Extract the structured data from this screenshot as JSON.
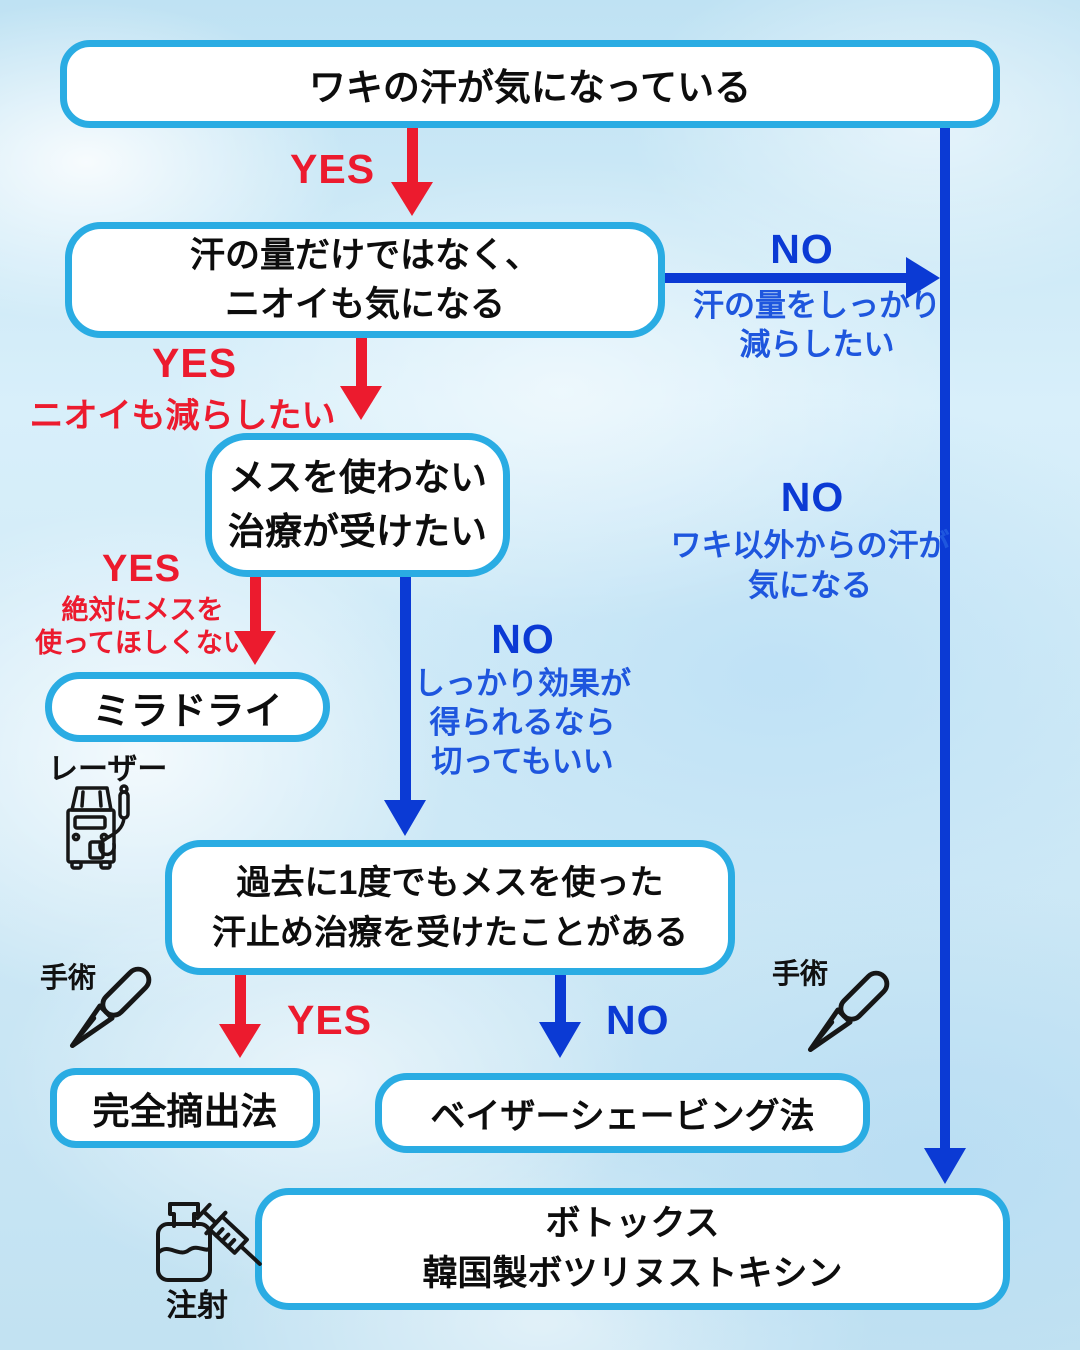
{
  "palette": {
    "yes_red": "#ec1b2e",
    "no_blue": "#0b3ad4",
    "no_blue_light": "#1e56de",
    "box_border_cyan": "#2aace3",
    "box_fill": "#ffffff",
    "text_black": "#0d0d0d",
    "background_light_blue": "#cde9f6"
  },
  "boxes": {
    "q1": {
      "line1": "ワキの汗が気になっている"
    },
    "q2": {
      "line1": "汗の量だけではなく、",
      "line2": "ニオイも気になる"
    },
    "q3": {
      "line1": "メスを使わない",
      "line2": "治療が受けたい"
    },
    "q4": {
      "line1": "過去に1度でもメスを使った",
      "line2": "汗止め治療を受けたことがある"
    },
    "miradry": {
      "line1": "ミラドライ"
    },
    "complete_excision": {
      "line1": "完全摘出法"
    },
    "vaser_shaving": {
      "line1": "ベイザーシェービング法"
    },
    "botox": {
      "line1": "ボトックス",
      "line2": "韓国製ボツリヌストキシン"
    }
  },
  "branch_labels": {
    "yes1": "YES",
    "yes2": "YES",
    "yes2_note": "ニオイも減らしたい",
    "yes3": "YES",
    "yes3_note1": "絶対にメスを",
    "yes3_note2": "使ってほしくない",
    "yes4": "YES",
    "no1": "NO",
    "no1_note1": "汗の量をしっかり",
    "no1_note2": "減らしたい",
    "no2": "NO",
    "no2_note1": "しっかり効果が",
    "no2_note2": "得られるなら",
    "no2_note3": "切ってもいい",
    "no3": "NO",
    "no3_note1": "ワキ以外からの汗が",
    "no3_note2": "気になる",
    "no4": "NO"
  },
  "category_labels": {
    "laser": "レーザー",
    "surgery_left": "手術",
    "surgery_right": "手術",
    "injection": "注射"
  },
  "icons": {
    "laser_machine": "laser-machine-icon",
    "scalpel_left": "scalpel-icon",
    "scalpel_right": "scalpel-icon",
    "syringe_vial": "syringe-vial-icon"
  }
}
